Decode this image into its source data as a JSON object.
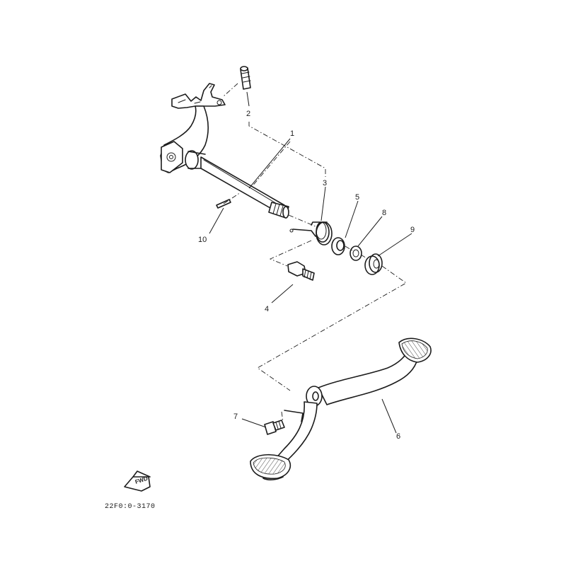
{
  "diagram": {
    "callouts": [
      {
        "id": "1",
        "label": "1"
      },
      {
        "id": "2",
        "label": "2"
      },
      {
        "id": "3",
        "label": "3"
      },
      {
        "id": "4",
        "label": "4"
      },
      {
        "id": "5",
        "label": "5"
      },
      {
        "id": "6",
        "label": "6"
      },
      {
        "id": "7",
        "label": "7"
      },
      {
        "id": "8",
        "label": "8"
      },
      {
        "id": "9",
        "label": "9"
      },
      {
        "id": "10",
        "label": "10"
      }
    ],
    "fwd_label": "FWD",
    "figure_code": "22F0:0-3170"
  },
  "colors": {
    "ink": "#1c1c1c",
    "paper": "#ffffff"
  }
}
